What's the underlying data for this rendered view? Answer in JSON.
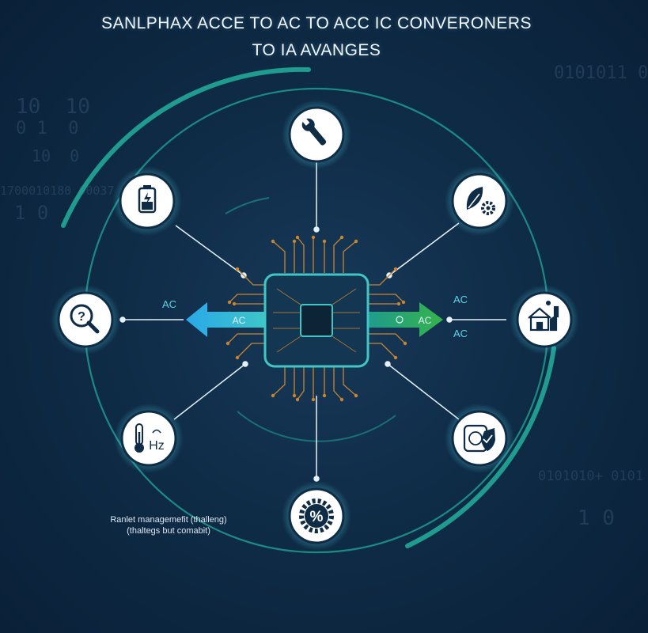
{
  "title": {
    "line1": "SANLPHAX ACCE TO AC TO ACC IC CONVERONERS",
    "line2": "TO IA AVANGES"
  },
  "colors": {
    "background": "#0f2c47",
    "ring": "#1f9b8f",
    "node_fill": "#ffffff",
    "node_glow": "#4fd1e6",
    "connector": "#e6f0f7",
    "chip_trace": "#c9842f",
    "chip_border": "#3fc7c7",
    "arrow_left": "#2aa8e8",
    "arrow_right": "#35b34a"
  },
  "arrows": {
    "left_inner_label": "AC",
    "left_outer_label": "AC",
    "right_inner_label": "AC",
    "right_outer_label_top": "AC",
    "right_outer_label_bottom": "AC"
  },
  "nodes": [
    {
      "id": "top",
      "icon": "wrench-icon"
    },
    {
      "id": "top-right",
      "icon": "leaf-gear-icon"
    },
    {
      "id": "right",
      "icon": "house-factory-icon"
    },
    {
      "id": "bottom-right",
      "icon": "socket-shield-icon"
    },
    {
      "id": "bottom",
      "icon": "percent-gear-icon"
    },
    {
      "id": "bottom-left",
      "icon": "thermometer-hz-icon",
      "label": "Hz"
    },
    {
      "id": "left",
      "icon": "magnifier-question-icon",
      "label": "?"
    },
    {
      "id": "top-left",
      "icon": "battery-icon"
    }
  ],
  "icon_text": {
    "percent": "%"
  },
  "note": {
    "line1": "Ranlet managemefit (thalleng)",
    "line2": "(thaltegs but comabit)"
  },
  "background_digits": {
    "a": "10  10",
    "b": "0 1  0",
    "c": "10  0",
    "d": "1700010180 00037",
    "e": "1 0",
    "f": "0101011 0",
    "g": "1 0",
    "h": "0101010+ 0101"
  }
}
